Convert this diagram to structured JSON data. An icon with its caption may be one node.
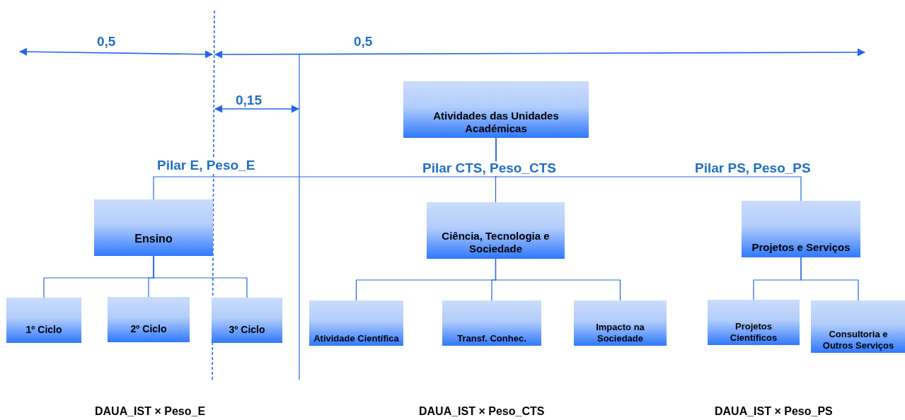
{
  "diagram": {
    "nodes": [
      {
        "text": [
          "Atividades das Unidades Académicas"
        ]
      },
      {
        "text": [
          "Ensino"
        ]
      },
      {
        "text": [
          "Ciência, Tecnologia e Sociedade"
        ]
      },
      {
        "text": [
          "Projetos e Serviços"
        ]
      },
      {
        "text": [
          "1º Ciclo"
        ]
      },
      {
        "text": [
          "2º Ciclo"
        ]
      },
      {
        "text": [
          "3º Ciclo"
        ]
      },
      {
        "text": [
          "Atividade Científica"
        ]
      },
      {
        "text": [
          "Transf. Conhec."
        ]
      },
      {
        "text": [
          "Impacto na Sociedade"
        ]
      },
      {
        "text": [
          "Projetos Científicos"
        ]
      },
      {
        "text": [
          "Consultoria e Outros Serviços"
        ]
      }
    ],
    "edges": [
      {
        "from": 0,
        "to": 1,
        "arrow": "none",
        "label": "Pilar E, Peso_E"
      },
      {
        "from": 0,
        "to": 2,
        "arrow": "none",
        "label": "Pilar CTS, Peso_CTS"
      },
      {
        "from": 0,
        "to": 3,
        "arrow": "none",
        "label": "Pilar PS, Peso_PS"
      },
      {
        "from": 1,
        "to": 4,
        "arrow": "none"
      },
      {
        "from": 1,
        "to": 5,
        "arrow": "none"
      },
      {
        "from": 1,
        "to": 6,
        "arrow": "none"
      },
      {
        "from": 2,
        "to": 7,
        "arrow": "none"
      },
      {
        "from": 2,
        "to": 8,
        "arrow": "none"
      },
      {
        "from": 2,
        "to": 9,
        "arrow": "none"
      },
      {
        "from": 3,
        "to": 10,
        "arrow": "none"
      },
      {
        "from": 3,
        "to": 11,
        "arrow": "none"
      }
    ],
    "labels": [
      "0,5",
      "0,5",
      "0,15",
      "DAUA_IST × Peso_E",
      "DAUA_IST × Peso_CTS",
      "DAUA_IST × Peso_PS"
    ]
  }
}
